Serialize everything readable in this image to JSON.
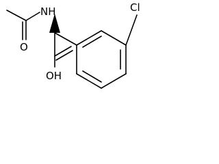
{
  "structure": {
    "atoms": {
      "amide_nitrogen": "NH",
      "acetyl_oxygen": "O",
      "acid_hydroxyl": "OH",
      "chlorine": "Cl"
    }
  }
}
